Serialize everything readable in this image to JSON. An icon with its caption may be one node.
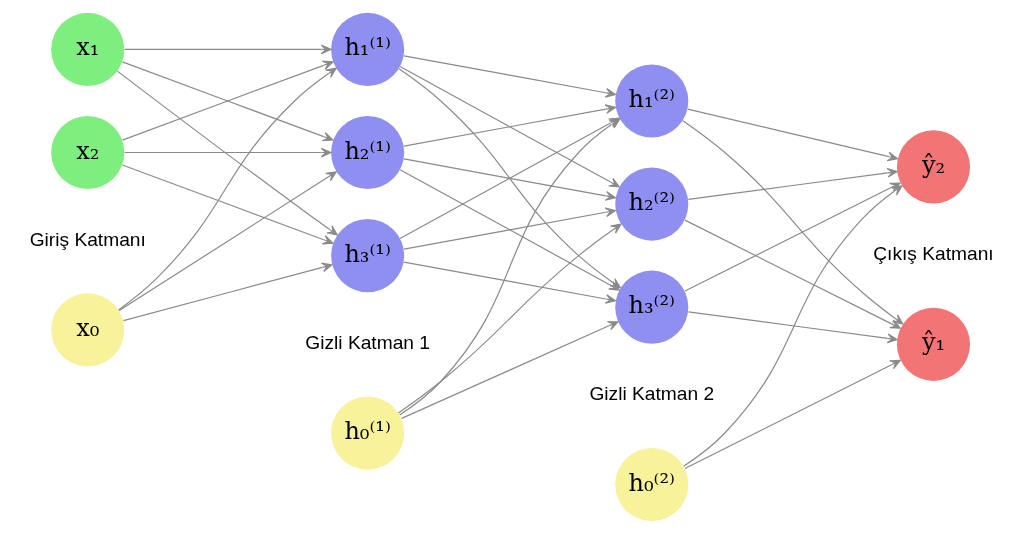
{
  "diagram": {
    "nodes": [
      {
        "text": [
          "x₀"
        ]
      },
      {
        "text": [
          "x₁"
        ]
      },
      {
        "text": [
          "x₂"
        ]
      },
      {
        "text": [
          "h₀⁽¹⁾"
        ]
      },
      {
        "text": [
          "h₁⁽¹⁾"
        ]
      },
      {
        "text": [
          "h₂⁽¹⁾"
        ]
      },
      {
        "text": [
          "h₃⁽¹⁾"
        ]
      },
      {
        "text": [
          "h₀⁽²⁾"
        ]
      },
      {
        "text": [
          "h₁⁽²⁾"
        ]
      },
      {
        "text": [
          "h₂⁽²⁾"
        ]
      },
      {
        "text": [
          "h₃⁽²⁾"
        ]
      },
      {
        "text": [
          "ŷ₁"
        ]
      },
      {
        "text": [
          "ŷ₂"
        ]
      }
    ],
    "edges": [
      {
        "from": 0,
        "to": 4,
        "arrow": "to"
      },
      {
        "from": 0,
        "to": 5,
        "arrow": "to"
      },
      {
        "from": 0,
        "to": 6,
        "arrow": "to"
      },
      {
        "from": 1,
        "to": 4,
        "arrow": "to"
      },
      {
        "from": 1,
        "to": 5,
        "arrow": "to"
      },
      {
        "from": 1,
        "to": 6,
        "arrow": "to"
      },
      {
        "from": 2,
        "to": 4,
        "arrow": "to"
      },
      {
        "from": 2,
        "to": 5,
        "arrow": "to"
      },
      {
        "from": 2,
        "to": 6,
        "arrow": "to"
      },
      {
        "from": 3,
        "to": 8,
        "arrow": "to"
      },
      {
        "from": 3,
        "to": 9,
        "arrow": "to"
      },
      {
        "from": 3,
        "to": 10,
        "arrow": "to"
      },
      {
        "from": 4,
        "to": 8,
        "arrow": "to"
      },
      {
        "from": 4,
        "to": 9,
        "arrow": "to"
      },
      {
        "from": 4,
        "to": 10,
        "arrow": "to"
      },
      {
        "from": 5,
        "to": 8,
        "arrow": "to"
      },
      {
        "from": 5,
        "to": 9,
        "arrow": "to"
      },
      {
        "from": 5,
        "to": 10,
        "arrow": "to"
      },
      {
        "from": 6,
        "to": 8,
        "arrow": "to"
      },
      {
        "from": 6,
        "to": 9,
        "arrow": "to"
      },
      {
        "from": 6,
        "to": 10,
        "arrow": "to"
      },
      {
        "from": 7,
        "to": 11,
        "arrow": "to"
      },
      {
        "from": 7,
        "to": 12,
        "arrow": "to"
      },
      {
        "from": 8,
        "to": 11,
        "arrow": "to"
      },
      {
        "from": 8,
        "to": 12,
        "arrow": "to"
      },
      {
        "from": 9,
        "to": 11,
        "arrow": "to"
      },
      {
        "from": 9,
        "to": 12,
        "arrow": "to"
      },
      {
        "from": 10,
        "to": 11,
        "arrow": "to"
      },
      {
        "from": 10,
        "to": 12,
        "arrow": "to"
      }
    ],
    "labels": [
      "Gizli Katman 1",
      "Gizli Katman 2",
      "Giriş Katmanı",
      "Çıkış Katmanı"
    ]
  }
}
